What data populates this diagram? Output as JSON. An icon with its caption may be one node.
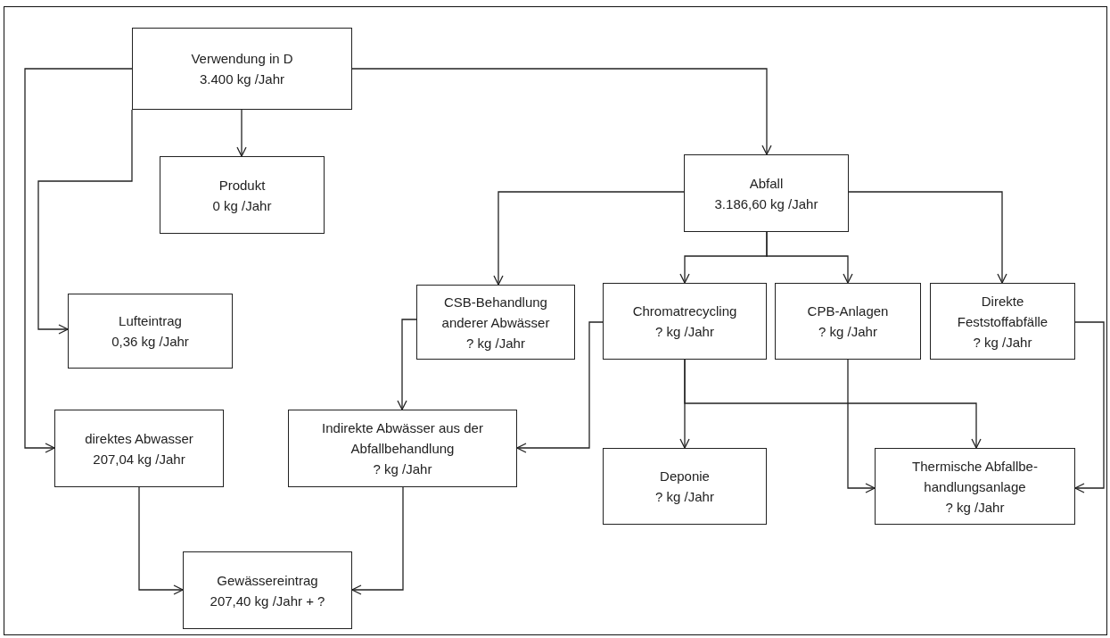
{
  "diagram": {
    "nodes": [
      {
        "text": [
          "Verwendung in D",
          "3.400 kg /Jahr"
        ]
      },
      {
        "text": [
          "Produkt",
          "0 kg /Jahr"
        ]
      },
      {
        "text": [
          "Abfall",
          "3.186,60 kg /Jahr"
        ]
      },
      {
        "text": [
          "CSB-Behandlung anderer Abwässer",
          "? kg /Jahr"
        ]
      },
      {
        "text": [
          "Chromatrecycling",
          "? kg /Jahr"
        ]
      },
      {
        "text": [
          "CPB-Anlagen",
          "? kg /Jahr"
        ]
      },
      {
        "text": [
          "Direkte Feststoffabfälle",
          "? kg /Jahr"
        ]
      },
      {
        "text": [
          "Lufteintrag",
          "0,36 kg /Jahr"
        ]
      },
      {
        "text": [
          "direktes Abwasser",
          "207,04 kg /Jahr"
        ]
      },
      {
        "text": [
          "Indirekte Abwässer aus der Abfallbehandlung",
          "? kg /Jahr"
        ]
      },
      {
        "text": [
          "Deponie",
          "? kg /Jahr"
        ]
      },
      {
        "text": [
          "Thermische Abfallbe- handlungsanlage",
          "? kg /Jahr"
        ]
      },
      {
        "text": [
          "Gewässereintrag",
          "207,40 kg /Jahr + ?"
        ]
      }
    ],
    "edges": [
      {
        "from": 0,
        "to": 1,
        "arrow": "to"
      },
      {
        "from": 0,
        "to": 2,
        "arrow": "to"
      },
      {
        "from": 0,
        "to": 7,
        "arrow": "to"
      },
      {
        "from": 0,
        "to": 8,
        "arrow": "to"
      },
      {
        "from": 2,
        "to": 3,
        "arrow": "to"
      },
      {
        "from": 2,
        "to": 4,
        "arrow": "to"
      },
      {
        "from": 2,
        "to": 5,
        "arrow": "to"
      },
      {
        "from": 2,
        "to": 6,
        "arrow": "to"
      },
      {
        "from": 3,
        "to": 9,
        "arrow": "to"
      },
      {
        "from": 4,
        "to": 9,
        "arrow": "to"
      },
      {
        "from": 4,
        "to": 10,
        "arrow": "to"
      },
      {
        "from": 4,
        "to": 11,
        "arrow": "to"
      },
      {
        "from": 5,
        "to": 11,
        "arrow": "to"
      },
      {
        "from": 6,
        "to": 11,
        "arrow": "to"
      },
      {
        "from": 8,
        "to": 12,
        "arrow": "to"
      },
      {
        "from": 9,
        "to": 12,
        "arrow": "to"
      }
    ]
  }
}
